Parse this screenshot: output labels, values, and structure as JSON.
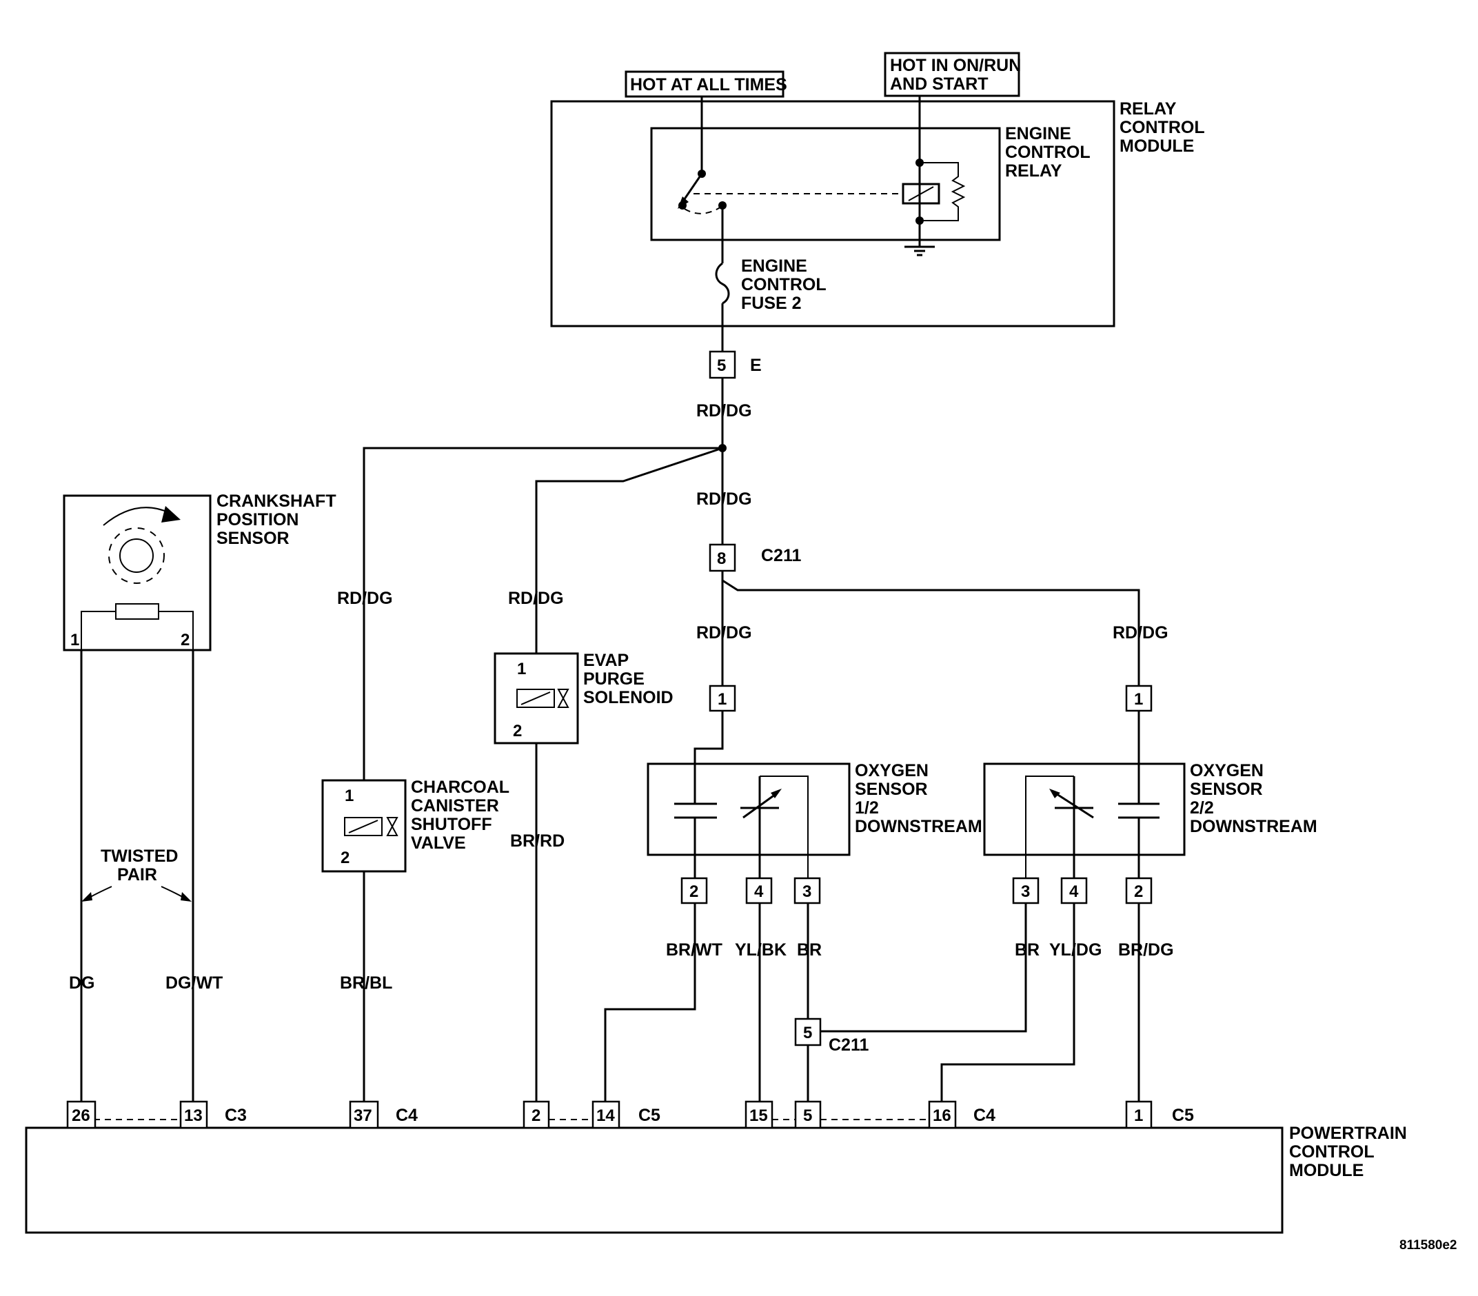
{
  "power": {
    "hot_at_all_times": "HOT AT ALL TIMES",
    "hot_in_on_run_1": "HOT IN ON/RUN",
    "hot_in_on_run_2": "AND START"
  },
  "relay_control_module": {
    "l1": "RELAY",
    "l2": "CONTROL",
    "l3": "MODULE"
  },
  "engine_control_relay": {
    "l1": "ENGINE",
    "l2": "CONTROL",
    "l3": "RELAY"
  },
  "engine_control_fuse": {
    "l1": "ENGINE",
    "l2": "CONTROL",
    "l3": "FUSE 2"
  },
  "connector_e": {
    "pin": "5",
    "name": "E"
  },
  "wires": {
    "rd_dg_main_1": "RD/DG",
    "rd_dg_main_2": "RD/DG",
    "rd_dg_ccv": "RD/DG",
    "rd_dg_evap": "RD/DG",
    "rd_dg_o2_1": "RD/DG",
    "rd_dg_o2_2": "RD/DG",
    "br_rd": "BR/RD",
    "br_bl": "BR/BL",
    "dg": "DG",
    "dg_wt": "DG/WT",
    "br_wt": "BR/WT",
    "yl_bk": "YL/BK",
    "br_1": "BR",
    "br_2": "BR",
    "yl_dg": "YL/DG",
    "br_dg": "BR/DG"
  },
  "c211_upper": {
    "pin": "8",
    "name": "C211"
  },
  "c211_lower": {
    "pin": "5",
    "name": "C211"
  },
  "crankshaft_sensor": {
    "l1": "CRANKSHAFT",
    "l2": "POSITION",
    "l3": "SENSOR",
    "pin1": "1",
    "pin2": "2"
  },
  "twisted_pair": {
    "l1": "TWISTED",
    "l2": "PAIR"
  },
  "charcoal_canister": {
    "l1": "CHARCOAL",
    "l2": "CANISTER",
    "l3": "SHUTOFF",
    "l4": "VALVE",
    "pin1": "1",
    "pin2": "2"
  },
  "evap_purge": {
    "l1": "EVAP",
    "l2": "PURGE",
    "l3": "SOLENOID",
    "pin1": "1",
    "pin2": "2"
  },
  "o2_sensor_1": {
    "l1": "OXYGEN",
    "l2": "SENSOR",
    "l3": "1/2",
    "l4": "DOWNSTREAM",
    "pin_top": "1",
    "pin_a": "2",
    "pin_b": "4",
    "pin_c": "3"
  },
  "o2_sensor_2": {
    "l1": "OXYGEN",
    "l2": "SENSOR",
    "l3": "2/2",
    "l4": "DOWNSTREAM",
    "pin_top": "1",
    "pin_a": "3",
    "pin_b": "4",
    "pin_c": "2"
  },
  "pcm": {
    "l1": "POWERTRAIN",
    "l2": "CONTROL",
    "l3": "MODULE",
    "pins": {
      "p26": "26",
      "p13": "13",
      "c3": "C3",
      "p37": "37",
      "c4a": "C4",
      "p2": "2",
      "p14": "14",
      "c5a": "C5",
      "p15": "15",
      "p5": "5",
      "p16": "16",
      "c4b": "C4",
      "p1": "1",
      "c5b": "C5"
    }
  },
  "figure_id": "811580e2"
}
